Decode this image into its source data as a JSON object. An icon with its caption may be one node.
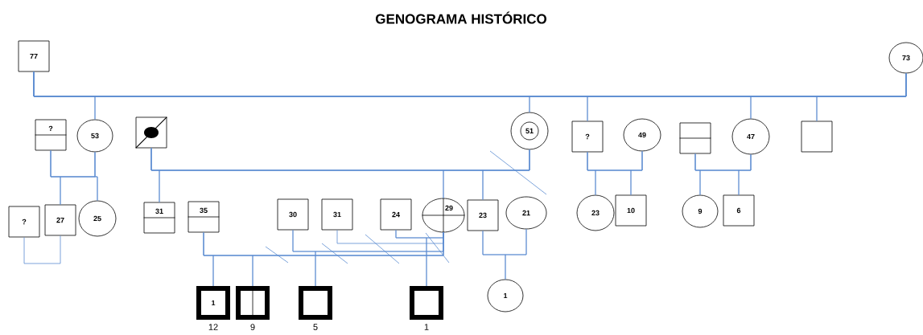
{
  "diagram": {
    "title": "GENOGRAMA HISTÓRICO",
    "nodes": [
      {
        "text": [
          "77"
        ]
      },
      {
        "text": [
          "73"
        ]
      },
      {
        "text": [
          "?"
        ]
      },
      {
        "text": [
          "53"
        ]
      },
      {
        "text": [],
        "shape": "box"
      },
      {
        "text": [
          "51"
        ]
      },
      {
        "text": [
          "?"
        ]
      },
      {
        "text": [
          "49"
        ]
      },
      {
        "text": [],
        "shape": "box"
      },
      {
        "text": [
          "47"
        ]
      },
      {
        "text": [],
        "shape": "box"
      },
      {
        "text": [
          "?"
        ]
      },
      {
        "text": [
          "27"
        ]
      },
      {
        "text": [
          "25"
        ]
      },
      {
        "text": [
          "31"
        ]
      },
      {
        "text": [
          "35"
        ]
      },
      {
        "text": [
          "30"
        ]
      },
      {
        "text": [
          "31"
        ]
      },
      {
        "text": [
          "24"
        ]
      },
      {
        "text": [
          "29"
        ]
      },
      {
        "text": [
          "23"
        ]
      },
      {
        "text": [
          "21"
        ]
      },
      {
        "text": [
          "23"
        ]
      },
      {
        "text": [
          "10"
        ]
      },
      {
        "text": [
          "9"
        ]
      },
      {
        "text": [
          "6"
        ]
      },
      {
        "text": [
          "1"
        ],
        "beside": [
          "12"
        ]
      },
      {
        "text": [],
        "shape": "box",
        "beside": [
          "9"
        ]
      },
      {
        "text": [],
        "shape": "box",
        "beside": [
          "5"
        ]
      },
      {
        "text": [],
        "shape": "box",
        "beside": [
          "1"
        ]
      },
      {
        "text": [
          "1"
        ]
      }
    ],
    "edges": [
      {
        "from": 0,
        "to": 1,
        "arrow": "none"
      },
      {
        "from": 0,
        "to": 3,
        "arrow": "none"
      },
      {
        "from": 0,
        "to": 5,
        "arrow": "none"
      },
      {
        "from": 0,
        "to": 6,
        "arrow": "none"
      },
      {
        "from": 0,
        "to": 9,
        "arrow": "none"
      },
      {
        "from": 0,
        "to": 10,
        "arrow": "none"
      },
      {
        "from": 1,
        "to": 3,
        "arrow": "none"
      },
      {
        "from": 1,
        "to": 5,
        "arrow": "none"
      },
      {
        "from": 1,
        "to": 6,
        "arrow": "none"
      },
      {
        "from": 1,
        "to": 9,
        "arrow": "none"
      },
      {
        "from": 1,
        "to": 10,
        "arrow": "none"
      },
      {
        "from": 2,
        "to": 3,
        "arrow": "none"
      },
      {
        "from": 2,
        "to": 12,
        "arrow": "none"
      },
      {
        "from": 3,
        "to": 12,
        "arrow": "none"
      },
      {
        "from": 2,
        "to": 13,
        "arrow": "none"
      },
      {
        "from": 3,
        "to": 13,
        "arrow": "none"
      },
      {
        "from": 11,
        "to": 12,
        "arrow": "none"
      },
      {
        "from": 4,
        "to": 5,
        "arrow": "none"
      },
      {
        "from": 4,
        "to": 14,
        "arrow": "none"
      },
      {
        "from": 5,
        "to": 14,
        "arrow": "none"
      },
      {
        "from": 4,
        "to": 19,
        "arrow": "none"
      },
      {
        "from": 5,
        "to": 19,
        "arrow": "none"
      },
      {
        "from": 4,
        "to": 20,
        "arrow": "none"
      },
      {
        "from": 5,
        "to": 20,
        "arrow": "none"
      },
      {
        "from": 15,
        "to": 19,
        "arrow": "none"
      },
      {
        "from": 15,
        "to": 26,
        "arrow": "none"
      },
      {
        "from": 19,
        "to": 26,
        "arrow": "none"
      },
      {
        "from": 15,
        "to": 27,
        "arrow": "none"
      },
      {
        "from": 19,
        "to": 27,
        "arrow": "none"
      },
      {
        "from": 16,
        "to": 19,
        "arrow": "none"
      },
      {
        "from": 16,
        "to": 28,
        "arrow": "none"
      },
      {
        "from": 19,
        "to": 28,
        "arrow": "none"
      },
      {
        "from": 17,
        "to": 19,
        "arrow": "none"
      },
      {
        "from": 18,
        "to": 19,
        "arrow": "none"
      },
      {
        "from": 18,
        "to": 29,
        "arrow": "none"
      },
      {
        "from": 19,
        "to": 29,
        "arrow": "none"
      },
      {
        "from": 20,
        "to": 21,
        "arrow": "none"
      },
      {
        "from": 20,
        "to": 30,
        "arrow": "none"
      },
      {
        "from": 21,
        "to": 30,
        "arrow": "none"
      },
      {
        "from": 6,
        "to": 7,
        "arrow": "none"
      },
      {
        "from": 6,
        "to": 22,
        "arrow": "none"
      },
      {
        "from": 7,
        "to": 22,
        "arrow": "none"
      },
      {
        "from": 6,
        "to": 23,
        "arrow": "none"
      },
      {
        "from": 7,
        "to": 23,
        "arrow": "none"
      },
      {
        "from": 8,
        "to": 9,
        "arrow": "none"
      },
      {
        "from": 8,
        "to": 24,
        "arrow": "none"
      },
      {
        "from": 9,
        "to": 24,
        "arrow": "none"
      },
      {
        "from": 8,
        "to": 25,
        "arrow": "none"
      },
      {
        "from": 9,
        "to": 25,
        "arrow": "none"
      }
    ]
  }
}
